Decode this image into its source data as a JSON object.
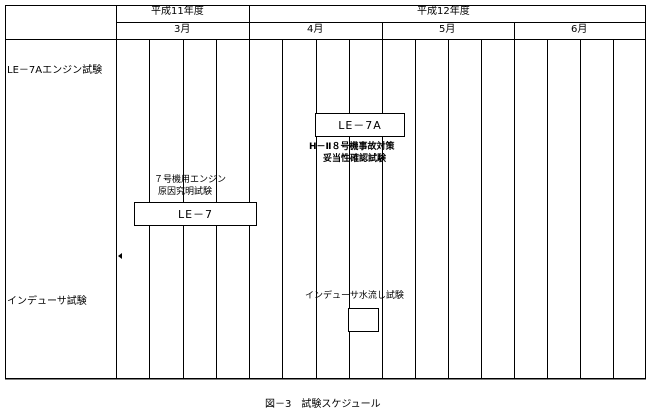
{
  "header": {
    "fiscal_years": [
      {
        "label": "平成11年度"
      },
      {
        "label": "平成12年度"
      }
    ],
    "months": [
      {
        "label": "3月"
      },
      {
        "label": "4月"
      },
      {
        "label": "5月"
      },
      {
        "label": "6月"
      }
    ]
  },
  "rows": [
    {
      "label": "LE－7Aエンジン試験"
    },
    {
      "label": "インデューサ試験"
    }
  ],
  "tasks": [
    {
      "label": "LE－7A"
    },
    {
      "label": "LE－7"
    },
    {
      "label": ""
    }
  ],
  "annotations": {
    "h2_line1": "H－Ⅱ８号機事故対策",
    "h2_line2": "妥当性確認試験",
    "le7_line1": "７号機用エンジン",
    "le7_line2": "原因究明試験",
    "inducer": "インデューサ水流し試験"
  },
  "caption": "図－3　試験スケジュール"
}
